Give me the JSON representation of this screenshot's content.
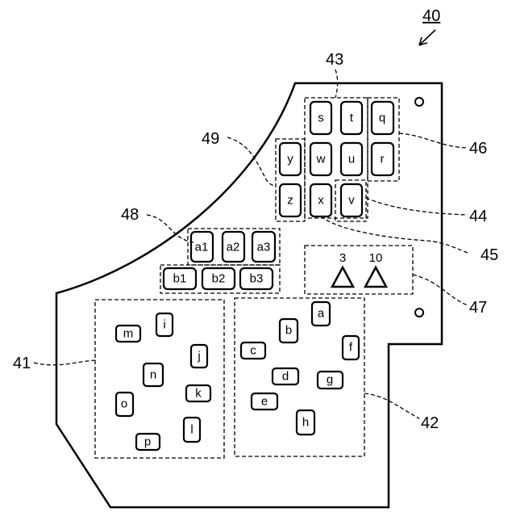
{
  "figure_number": "40",
  "reference_numerals": {
    "region_41": "41",
    "region_42": "42",
    "group_43": "43",
    "group_44": "44",
    "group_45": "45",
    "group_46": "46",
    "indicator_47": "47",
    "group_48": "48",
    "group_49": "49"
  },
  "keys": {
    "s": "s",
    "t": "t",
    "q": "q",
    "y": "y",
    "w": "w",
    "u": "u",
    "r": "r",
    "z": "z",
    "x": "x",
    "v": "v",
    "a1": "a1",
    "a2": "a2",
    "a3": "a3",
    "b1": "b1",
    "b2": "b2",
    "b3": "b3",
    "m": "m",
    "i": "i",
    "j": "j",
    "n": "n",
    "k": "k",
    "o": "o",
    "l": "l",
    "p": "p",
    "a": "a",
    "b": "b",
    "c": "c",
    "f": "f",
    "d": "d",
    "g": "g",
    "e": "e",
    "h": "h"
  },
  "indicators": {
    "left_value": "3",
    "right_value": "10"
  }
}
